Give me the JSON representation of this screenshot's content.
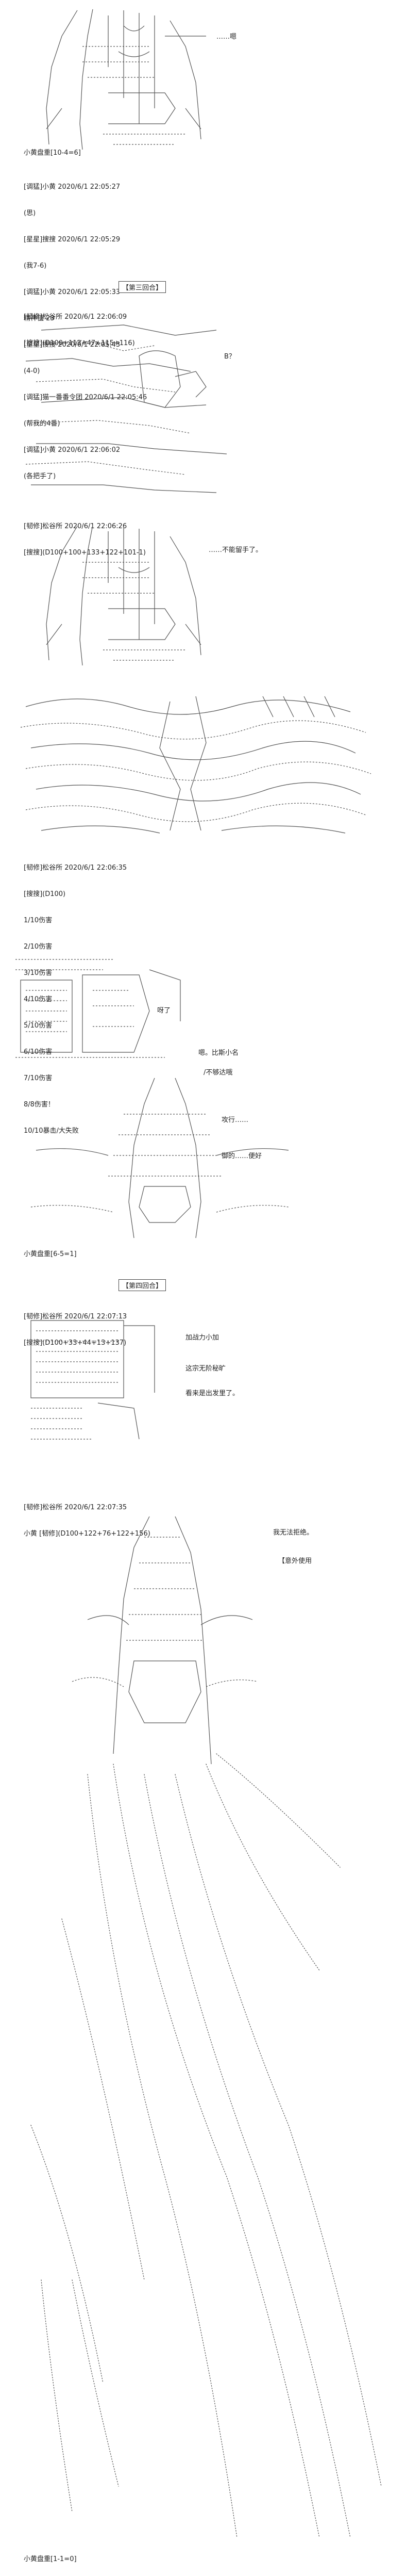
{
  "panel1": {
    "dialog_right": "……嗯",
    "dialog_left": "小黄盘重[10-4=6]"
  },
  "chat1": [
    "[调猛]小黄 2020/6/1 22:05:27",
    "(思)",
    "[星星]搜搜 2020/6/1 22:05:29",
    "(我7-6)",
    "[调猛]小黄 2020/6/1 22:05:33",
    "精神值 23",
    "[星星]搜搜 2020/6/1 22:05:43",
    "(4-0)",
    "[调猛]猫一番番令团 2020/6/1 22:05:46",
    "(帮我的4番)",
    "[调猛]小黄 2020/6/1 22:06:02",
    "(各把手了)"
  ],
  "caption_round3": "【第三回合】",
  "chat2": [
    "[韧修]松谷所 2020/6/1 22:06:09",
    "[搜搜](D100+113+47+115+116)"
  ],
  "panel2": {
    "dialog": "B？"
  },
  "chat3": [
    "[韧修]松谷所 2020/6/1 22:06:26",
    "[搜搜](D100+100+133+122+101-1)"
  ],
  "panel3": {
    "dialog": "……不能留手了。"
  },
  "chat4": [
    "[韧修]松谷所 2020/6/1 22:06:35",
    "[搜搜](D100)",
    "1/10伤害",
    "2/10伤害",
    "3/10伤害",
    "4/10伤害",
    "5/10伤害",
    "6/10伤害",
    "7/10伤害",
    "8/8伤害！",
    "10/10暴击/大失败"
  ],
  "panel5": {
    "d1": "呀了",
    "d2": "嗯。比斯小名",
    "d3": "/不够达哦"
  },
  "panel6": {
    "d1": "攻行……",
    "d2": "御的……便好",
    "caption": "小黄盘重[6-5=1]"
  },
  "caption_round4": "【第四回合】",
  "chat5": [
    "[韧修]松谷所 2020/6/1 22:07:13",
    "[搜搜](D100+33+44+13+137)"
  ],
  "panel7": {
    "d1": "加战力小加",
    "d2": "这宗无阶秘旷",
    "d3": "看来是出发里了。"
  },
  "chat6": [
    "[韧修]松谷所 2020/6/1 22:07:35",
    "小黄 [韧修](D100+122+76+122+156)"
  ],
  "panel8": {
    "d1": "我无法拒绝。",
    "d2": "【意外使用"
  },
  "footer_caption": "小黄盘重[1-1=0]"
}
